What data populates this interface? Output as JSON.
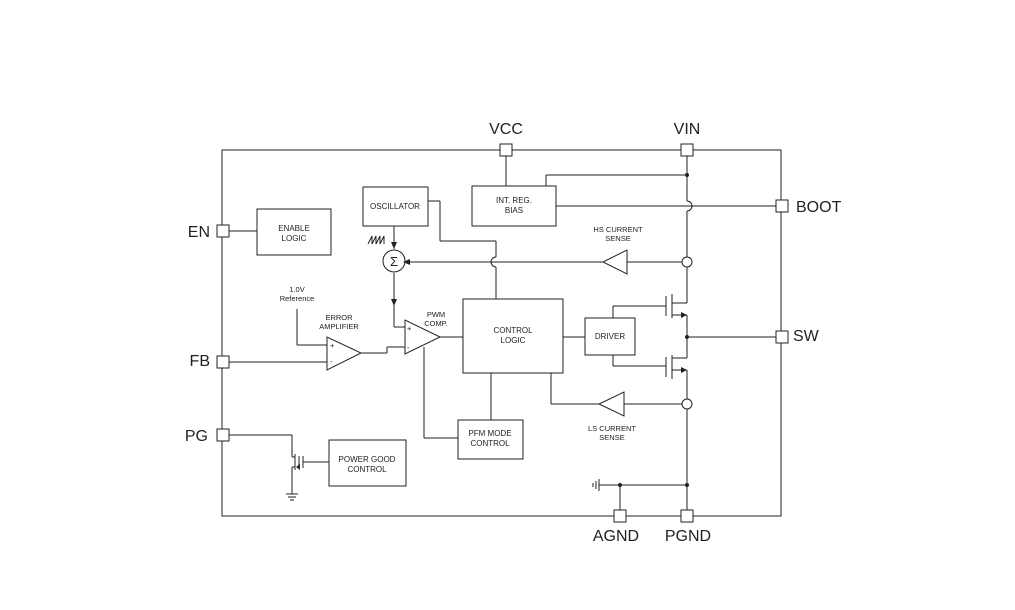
{
  "pins": {
    "vcc": "VCC",
    "vin": "VIN",
    "boot": "BOOT",
    "en": "EN",
    "fb": "FB",
    "pg": "PG",
    "sw": "SW",
    "agnd": "AGND",
    "pgnd": "PGND"
  },
  "blocks": {
    "enable_logic": [
      "ENABLE",
      "LOGIC"
    ],
    "oscillator": "OSCILLATOR",
    "int_reg_bias": [
      "INT. REG.",
      "BIAS"
    ],
    "control_logic": [
      "CONTROL",
      "LOGIC"
    ],
    "driver": "DRIVER",
    "pfm_mode_control": [
      "PFM MODE",
      "CONTROL"
    ],
    "power_good_control": [
      "POWER GOOD",
      "CONTROL"
    ]
  },
  "labels": {
    "hs_current_sense": [
      "HS CURRENT",
      "SENSE"
    ],
    "ls_current_sense": [
      "LS CURRENT",
      "SENSE"
    ],
    "reference": [
      "1.0V",
      "Reference"
    ],
    "error_amplifier": [
      "ERROR",
      "AMPLIFIER"
    ],
    "pwm_comp": [
      "PWM",
      "COMP."
    ],
    "sum_symbol": "Σ",
    "plus": "+",
    "minus": "-"
  }
}
